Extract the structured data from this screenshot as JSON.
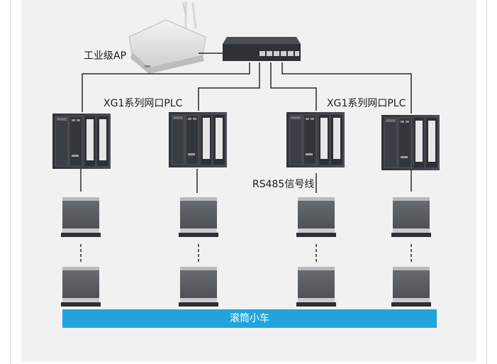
{
  "labels": {
    "ap": "工业级AP",
    "plc_left": "XG1系列网口PLC",
    "plc_right": "XG1系列网口PLC",
    "rs485": "RS485信号线",
    "bar": "滚筒小车"
  },
  "colors": {
    "background": "#f1f1f1",
    "bar": "#23a3dd",
    "device_dark": "#3a3d42",
    "line": "#2a2a2a"
  },
  "icons": [
    "wifi-ap-icon",
    "network-switch-icon",
    "plc-icon",
    "roller-cart-icon"
  ]
}
